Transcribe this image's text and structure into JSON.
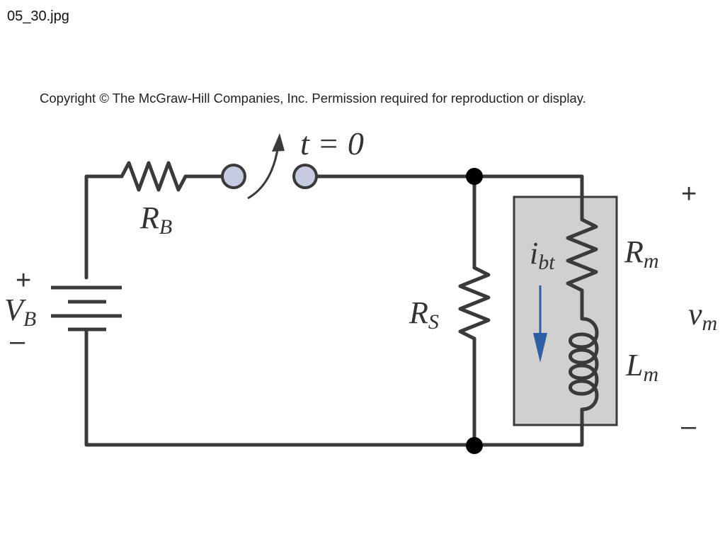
{
  "header": {
    "filename": "05_30.jpg",
    "copyright": "Copyright © The McGraw-Hill Companies, Inc. Permission required for reproduction or display."
  },
  "labels": {
    "source_main": "V",
    "source_sub": "B",
    "series_resistor_main": "R",
    "series_resistor_sub": "B",
    "switch_time": "t = 0",
    "shunt_resistor_main": "R",
    "shunt_resistor_sub": "S",
    "current_main": "i",
    "current_sub": "bt",
    "motor_resistance_main": "R",
    "motor_resistance_sub": "m",
    "motor_inductance_main": "L",
    "motor_inductance_sub": "m",
    "voltage_main": "v",
    "voltage_sub": "m",
    "plus": "+",
    "minus": "–"
  },
  "colors": {
    "wire": "#3a3a3a",
    "switch_contact": "#c5cbe0",
    "motor_box": "#d0d0d0",
    "current_arrow": "#2e5fa3"
  }
}
